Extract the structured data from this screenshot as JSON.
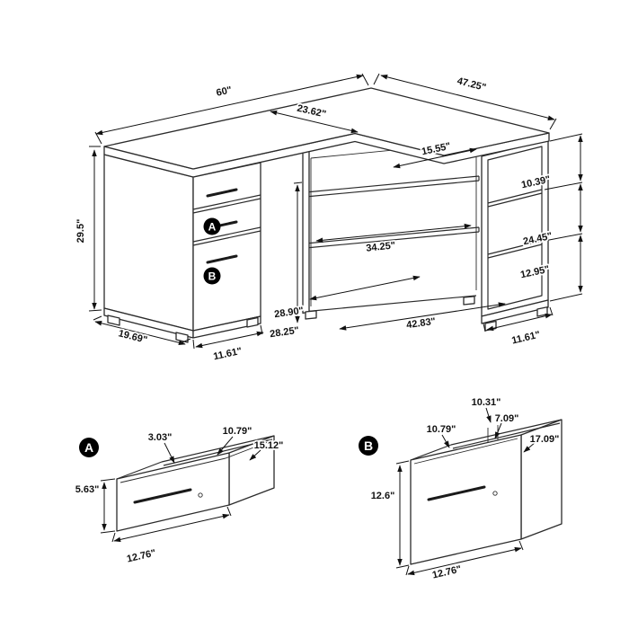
{
  "main": {
    "badge_a": "A",
    "badge_b": "B",
    "top_width": "60\"",
    "return_length": "47.25\"",
    "top_depth": "23.62\"",
    "shelf_top": "15.55\"",
    "right_top_gap": "10.39\"",
    "height": "29.5\"",
    "middle_shelf": "34.25\"",
    "right_mid_gap": "24.45\"",
    "right_bottom_gap": "12.95\"",
    "left_depth": "19.69\"",
    "pedestal_width": "11.61\"",
    "kneehole_height": "28.25\"",
    "kneehole_depth": "28.90\"",
    "return_bottom_length": "42.83\"",
    "right_unit_width": "11.61\""
  },
  "detail_a": {
    "badge": "A",
    "front_thickness": "3.03\"",
    "inner_width": "10.79\"",
    "diagonal": "15.12\"",
    "height": "5.63\"",
    "width": "12.76\""
  },
  "detail_b": {
    "badge": "B",
    "back_width": "10.31\"",
    "inner_width": "10.79\"",
    "gap": "7.09\"",
    "side_depth": "17.09\"",
    "height": "12.6\"",
    "width": "12.76\""
  }
}
